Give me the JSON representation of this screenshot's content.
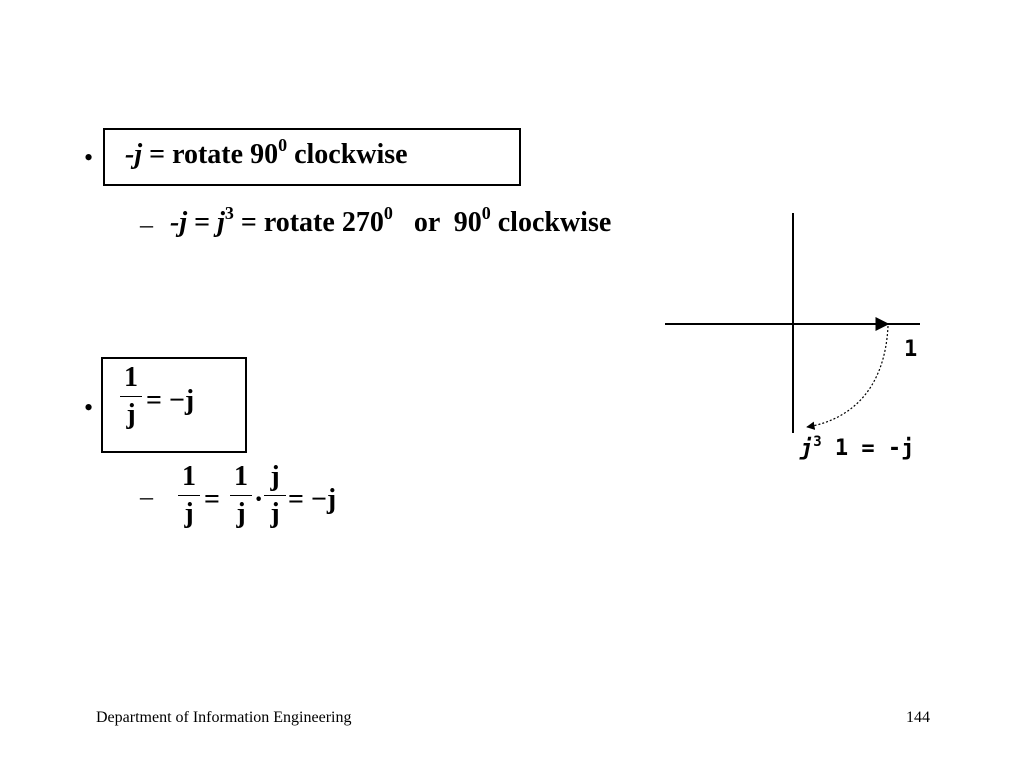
{
  "slide": {
    "bullet_char": "•",
    "dash_char": "–",
    "item1": {
      "neg_j": "-j",
      "text": " = rotate 90",
      "sup": "0",
      "tail": " clockwise"
    },
    "sub1": {
      "neg_j": "-j",
      "eq": " = ",
      "j": "j",
      "sup3": "3",
      "text": " = rotate 270",
      "sup0": "0",
      "text2": "   or  90",
      "sup0b": "0",
      "tail": " clockwise"
    },
    "item2": {
      "num": "1",
      "den": "j",
      "rhs": "= −j"
    },
    "sub2": {
      "f1": {
        "num": "1",
        "den": "j"
      },
      "eq1": "=",
      "f2": {
        "num": "1",
        "den": "j"
      },
      "dot": "·",
      "f3": {
        "num": "j",
        "den": "j"
      },
      "rhs": "= −j"
    }
  },
  "diagram": {
    "label_one": "1",
    "label_j": "j",
    "label_sup": "3",
    "label_rest": " 1 = -j",
    "tail_j": "j"
  },
  "footer": {
    "department": "Department of Information Engineering",
    "page": "144"
  }
}
